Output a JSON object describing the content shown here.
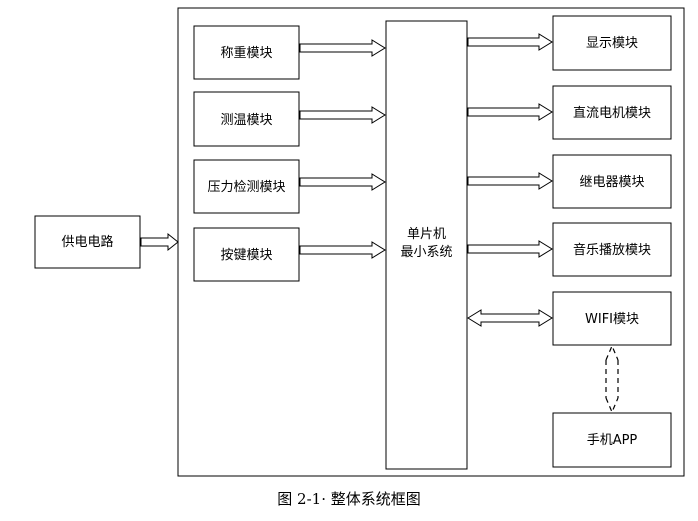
{
  "blocks": {
    "power": "供电电路",
    "weighing": "称重模块",
    "temperature": "测温模块",
    "pressure": "压力检测模块",
    "keys": "按键模块",
    "mcu_line1": "单片机",
    "mcu_line2": "最小系统",
    "display": "显示模块",
    "dc_motor": "直流电机模块",
    "relay": "继电器模块",
    "music": "音乐播放模块",
    "wifi": "WIFI模块",
    "phone_app": "手机APP"
  },
  "caption": "图 2-1· 整体系统框图"
}
